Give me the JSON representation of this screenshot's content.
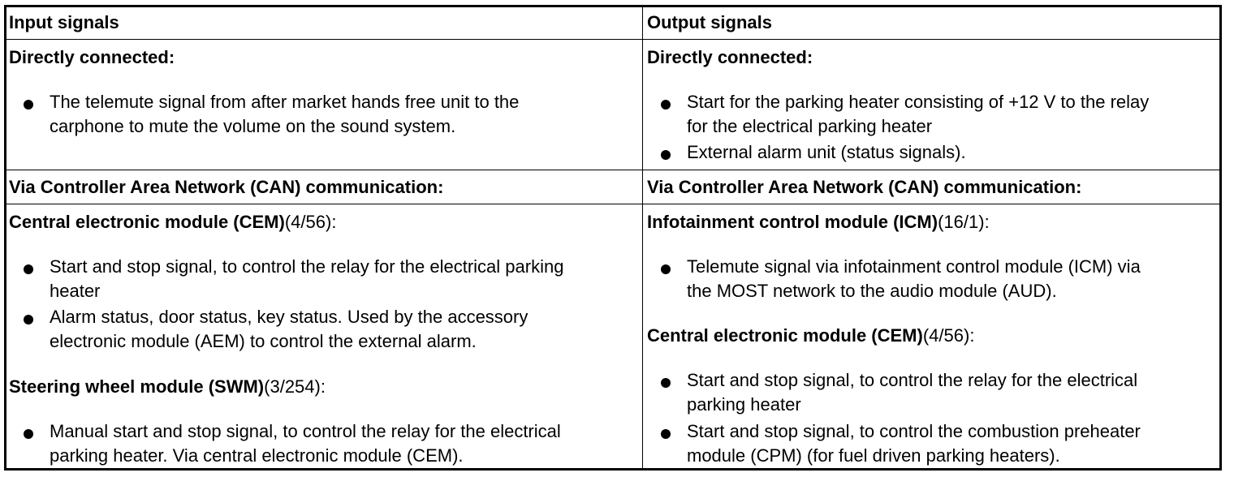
{
  "headers": {
    "input": "Input signals",
    "output": "Output signals"
  },
  "input": {
    "direct_heading": "Directly connected:",
    "direct_bullet_1": [
      "The telemute signal from after market hands free unit to the",
      "carphone to mute the volume on the sound system."
    ],
    "can_heading": "Via Controller Area Network (CAN) communication:",
    "cem_heading_bold": "Central electronic module (CEM)",
    "cem_heading_ref": "(4/56):",
    "cem_bullet_1": [
      "Start and stop signal, to control the relay for the electrical parking",
      "heater"
    ],
    "cem_bullet_2": [
      "Alarm status, door status, key status. Used by the accessory",
      "electronic module (AEM) to control the external alarm."
    ],
    "swm_heading_bold": "Steering wheel module (SWM)",
    "swm_heading_ref": "(3/254):",
    "swm_bullet_1": [
      "Manual start and stop signal, to control the relay for the electrical",
      "parking heater. Via central electronic module (CEM)."
    ]
  },
  "output": {
    "direct_heading": "Directly connected:",
    "direct_bullet_1": [
      "Start for the parking heater consisting of +12 V to the relay",
      "for the electrical parking heater"
    ],
    "direct_bullet_2": [
      "External alarm unit (status signals)."
    ],
    "can_heading": "Via Controller Area Network (CAN) communication:",
    "icm_heading_bold": "Infotainment control module (ICM)",
    "icm_heading_ref": "(16/1):",
    "icm_bullet_1": [
      "Telemute signal via infotainment control module (ICM) via",
      "the MOST network to the audio module (AUD)."
    ],
    "cem_heading_bold": "Central electronic module (CEM)",
    "cem_heading_ref": "(4/56):",
    "cem_bullet_1": [
      "Start and stop signal, to control the relay for the electrical",
      "parking heater"
    ],
    "cem_bullet_2": [
      "Start and stop signal, to control the combustion preheater",
      "module (CPM) (for fuel driven parking heaters)."
    ]
  }
}
